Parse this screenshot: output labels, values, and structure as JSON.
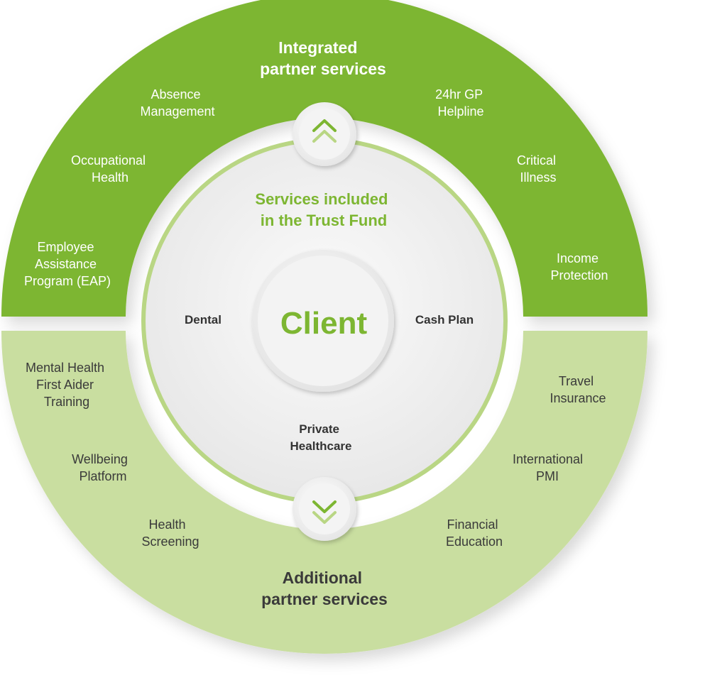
{
  "colors": {
    "top_ring": "#7db632",
    "bottom_ring": "#c9dea0",
    "accent": "#7db632",
    "dark_text": "#333333"
  },
  "top_ring": {
    "title_lines": [
      "Integrated",
      "partner services"
    ],
    "services": [
      {
        "id": "absence-management",
        "lines": [
          "Absence",
          "Management"
        ]
      },
      {
        "id": "occupational-health",
        "lines": [
          "Occupational",
          "Health"
        ]
      },
      {
        "id": "eap",
        "lines": [
          "Employee",
          "Assistance",
          "Program (EAP)"
        ]
      },
      {
        "id": "gp-helpline",
        "lines": [
          "24hr GP",
          "Helpline"
        ]
      },
      {
        "id": "critical-illness",
        "lines": [
          "Critical",
          "Illness"
        ]
      },
      {
        "id": "income-protection",
        "lines": [
          "Income",
          "Protection"
        ]
      }
    ],
    "arrow_icon": "double-chevron-up-icon"
  },
  "bottom_ring": {
    "title_lines": [
      "Additional",
      "partner services"
    ],
    "services": [
      {
        "id": "mental-health-first-aider",
        "lines": [
          "Mental Health",
          "First Aider",
          "Training"
        ]
      },
      {
        "id": "wellbeing-platform",
        "lines": [
          "Wellbeing",
          "Platform"
        ]
      },
      {
        "id": "health-screening",
        "lines": [
          "Health",
          "Screening"
        ]
      },
      {
        "id": "travel-insurance",
        "lines": [
          "Travel",
          "Insurance"
        ]
      },
      {
        "id": "international-pmi",
        "lines": [
          "International",
          "PMI"
        ]
      },
      {
        "id": "financial-education",
        "lines": [
          "Financial",
          "Education"
        ]
      }
    ],
    "arrow_icon": "double-chevron-down-icon"
  },
  "inner_circle": {
    "title_lines": [
      "Services included",
      "in the Trust Fund"
    ],
    "services": [
      {
        "id": "dental",
        "lines": [
          "Dental"
        ]
      },
      {
        "id": "cash-plan",
        "lines": [
          "Cash Plan"
        ]
      },
      {
        "id": "private-healthcare",
        "lines": [
          "Private",
          "Healthcare"
        ]
      }
    ]
  },
  "center": {
    "label": "Client"
  }
}
